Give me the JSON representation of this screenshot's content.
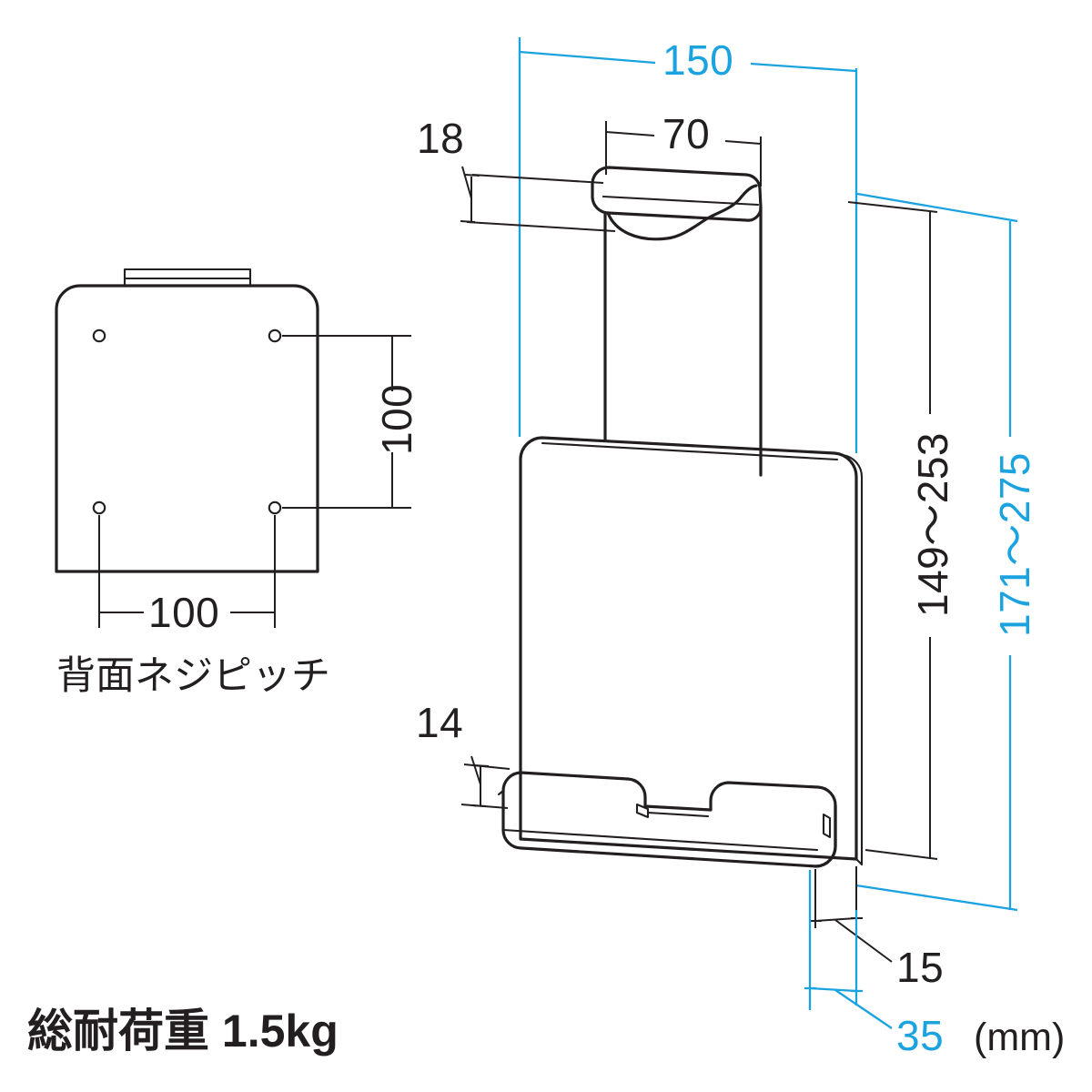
{
  "document": {
    "type": "technical-dimension-drawing",
    "unit_label": "(mm)",
    "accent_color": "#1ba3e0",
    "line_color": "#231f20"
  },
  "rear_view": {
    "caption": "背面ネジピッチ",
    "dim_vertical": "100",
    "dim_horizontal": "100",
    "hole_count": 4
  },
  "main_view": {
    "dim_width_outer": "150",
    "dim_width_inner": "70",
    "dim_top_thickness": "18",
    "dim_lip_height": "14",
    "dim_height_inner": "149〜253",
    "dim_height_outer": "171〜275",
    "dim_depth_inner": "15",
    "dim_depth_outer": "35"
  },
  "footer": {
    "load_label": "総耐荷重 1.5kg",
    "unit": "(mm)"
  }
}
